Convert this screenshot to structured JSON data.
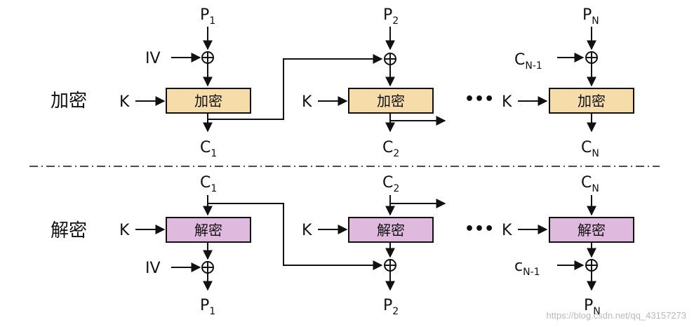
{
  "encryption": {
    "title": "加密",
    "box_label": "加密",
    "key_label": "K",
    "iv_label": "IV",
    "plaintexts": [
      {
        "main": "P",
        "sub": "1"
      },
      {
        "main": "P",
        "sub": "2"
      },
      {
        "main": "P",
        "sub": "N"
      }
    ],
    "ciphertexts": [
      {
        "main": "C",
        "sub": "1"
      },
      {
        "main": "C",
        "sub": "2"
      },
      {
        "main": "C",
        "sub": "N"
      }
    ],
    "chain_in_last": {
      "main": "C",
      "sub": "N-1"
    },
    "ellipsis": "•••"
  },
  "decryption": {
    "title": "解密",
    "box_label": "解密",
    "key_label": "K",
    "iv_label": "IV",
    "ciphertexts": [
      {
        "main": "C",
        "sub": "1"
      },
      {
        "main": "C",
        "sub": "2"
      },
      {
        "main": "C",
        "sub": "N"
      }
    ],
    "plaintexts": [
      {
        "main": "P",
        "sub": "1"
      },
      {
        "main": "P",
        "sub": "2"
      },
      {
        "main": "P",
        "sub": "N"
      }
    ],
    "chain_in_last": {
      "main": "c",
      "sub": "N-1"
    },
    "ellipsis": "•••"
  },
  "watermark": "https://blog.csdn.net/qq_43157273",
  "colors": {
    "encrypt_box": "#f6dca8",
    "decrypt_box": "#dfb9de",
    "line": "#111111"
  }
}
